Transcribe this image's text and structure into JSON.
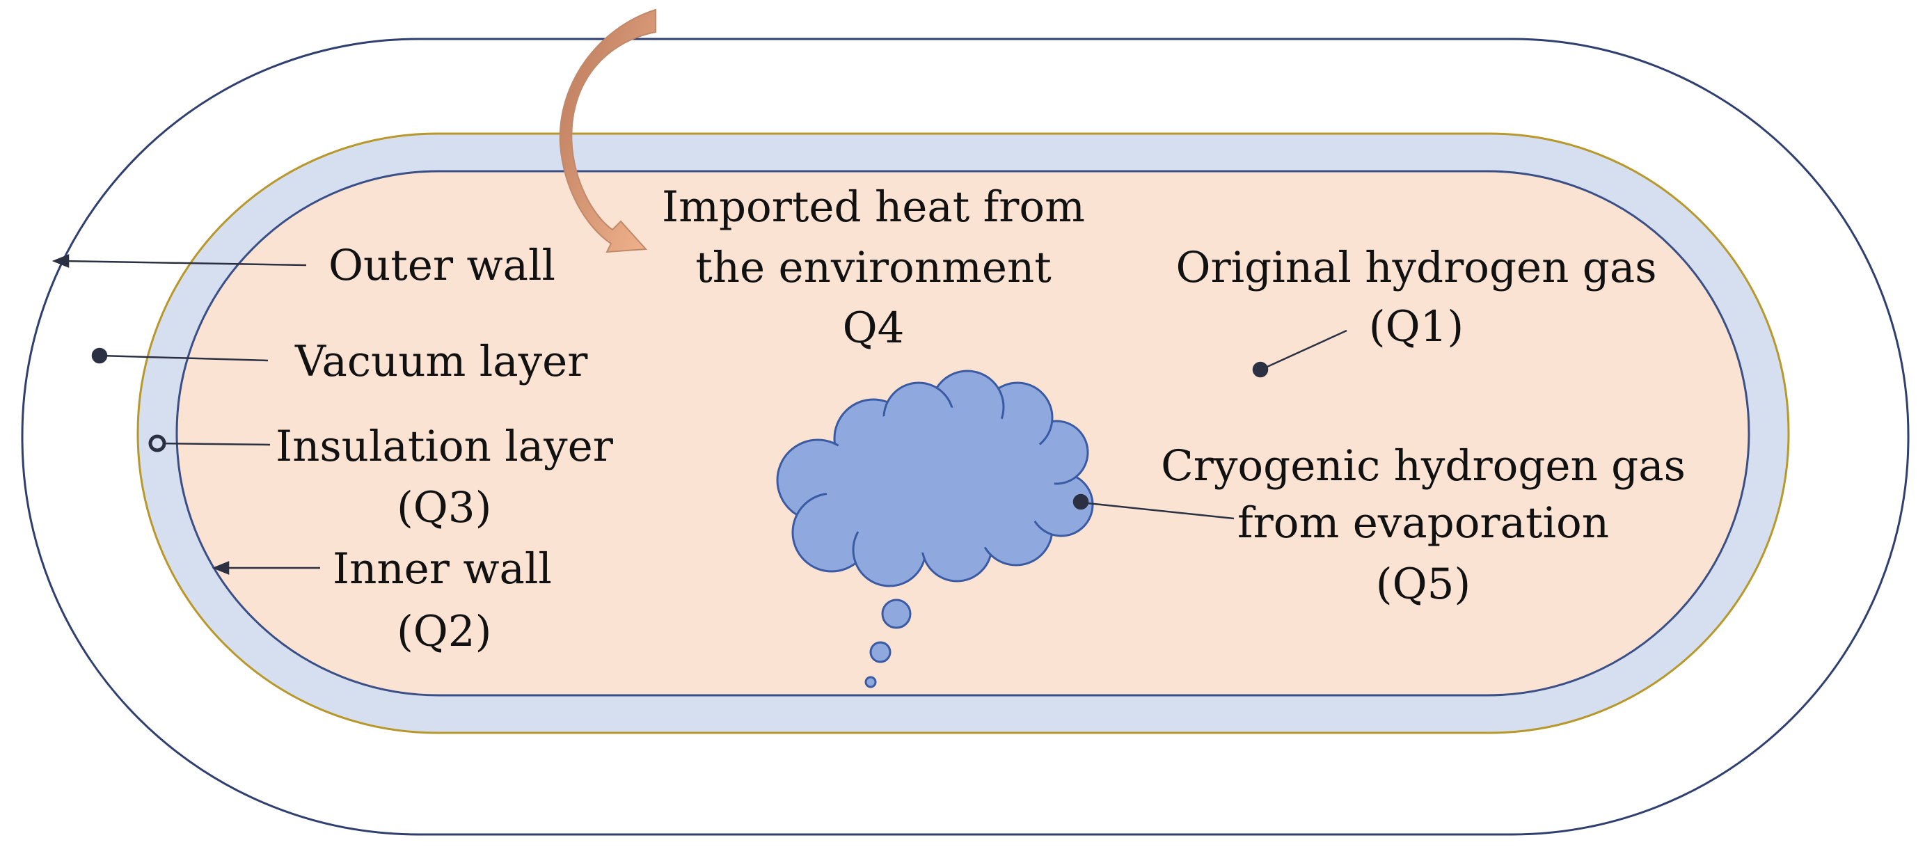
{
  "labels": {
    "outer_wall": "Outer wall",
    "vacuum_layer": "Vacuum layer",
    "insulation_layer": "Insulation layer",
    "insulation_q": "(Q3)",
    "inner_wall": "Inner wall",
    "inner_wall_q": "(Q2)",
    "imported_heat_1": "Imported heat from",
    "imported_heat_2": "the environment",
    "imported_heat_q": "Q4",
    "original_gas": "Original hydrogen gas",
    "original_gas_q": "(Q1)",
    "cryogenic_1": "Cryogenic hydrogen gas",
    "cryogenic_2": "from evaporation",
    "cryogenic_q": "(Q5)"
  },
  "colors": {
    "outer_wall_stroke": "#2f3f6f",
    "insulation_fill": "#d6dff0",
    "insulation_stroke": "#b8982a",
    "inner_fill": "#fbe3d3",
    "inner_stroke": "#3a4f86",
    "cloud_fill": "#8fa9df",
    "cloud_stroke": "#3a5aa3",
    "arrow_fill": "#d99265",
    "pointer": "#2b3142"
  }
}
